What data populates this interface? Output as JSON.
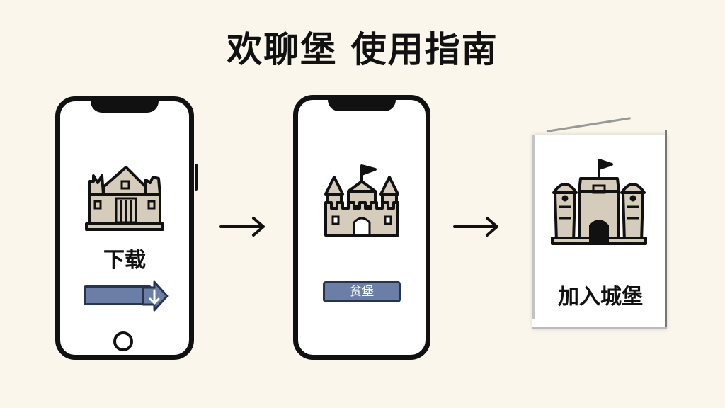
{
  "title": "欢聊堡 使用指南",
  "steps": [
    {
      "label": "下载",
      "button_label": "",
      "icon": "castle-ruin-icon"
    },
    {
      "label": "",
      "button_label": "贫堡",
      "icon": "castle-flag-icon"
    },
    {
      "label": "加入城堡",
      "button_label": "",
      "icon": "fortress-icon"
    }
  ],
  "arrows": [
    "arrow-right-icon",
    "arrow-right-icon"
  ],
  "colors": {
    "background": "#faf6ec",
    "outline": "#111111",
    "castle_fill": "#d6ccbb",
    "button_fill": "#6b7ea6",
    "button_border": "#27344f"
  }
}
